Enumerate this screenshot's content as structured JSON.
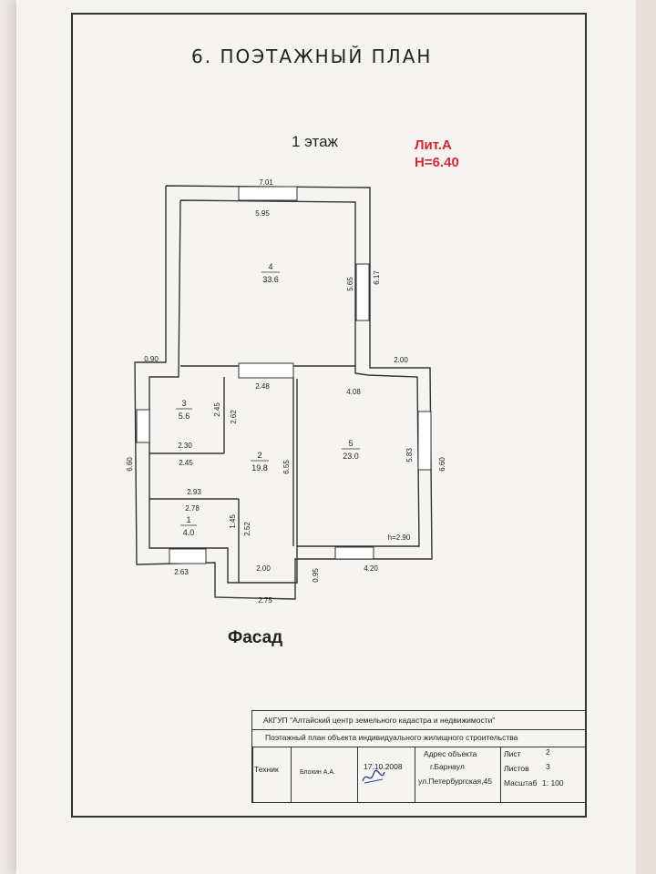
{
  "title": "6. ПОЭТАЖНЫЙ  ПЛАН",
  "floor": "1 этаж",
  "lit": "Лит.А",
  "height": "H=6.40",
  "facade": "Фасад",
  "rooms": [
    {
      "num": "4",
      "area": "33.6"
    },
    {
      "num": "3",
      "area": "5.6"
    },
    {
      "num": "2",
      "area": "19.8"
    },
    {
      "num": "5",
      "area": "23.0"
    },
    {
      "num": "1",
      "area": "4.0"
    }
  ],
  "dimensions": {
    "top_outer": "7.01",
    "top_inner": "5.95",
    "room4_right_inner": "5.65",
    "room4_right_outer": "6.17",
    "left_step": "0.90",
    "right_step": "2.00",
    "corr_top": "2.48",
    "room5_top": "4.08",
    "room3_h": "2.45",
    "corr_h": "2.62",
    "room3_w": "2.30",
    "corr_w": "2.45",
    "left_total": "6.60",
    "right_total": "6.60",
    "room2_h": "6.55",
    "room5_h": "5.83",
    "room1_top_outer": "2.93",
    "room1_top_inner": "2.78",
    "room1_h": "1.45",
    "room2_lower_h": "2.52",
    "ceiling": "h=2.90",
    "bottom_left": "2.63",
    "porch_inner": "2.00",
    "porch_depth": "0.95",
    "bottom_right": "4.20",
    "porch_outer": "2.75"
  },
  "stamp": {
    "org": "АКГУП \"Алтайский центр земельного кадастра и недвижимости\"",
    "subject": "Поэтажный план объекта индивидуального жилищного строительства",
    "role": "Техник",
    "person": "Блохин А.А.",
    "date": "17.10.2008",
    "address_label": "Адрес объекта",
    "city": "г.Барнаул",
    "street": "ул.Петербургская,45",
    "sheet_label": "Лист",
    "sheet": "2",
    "sheets_label": "Листов",
    "sheets": "3",
    "scale_label": "Масштаб",
    "scale": "1: 100"
  }
}
